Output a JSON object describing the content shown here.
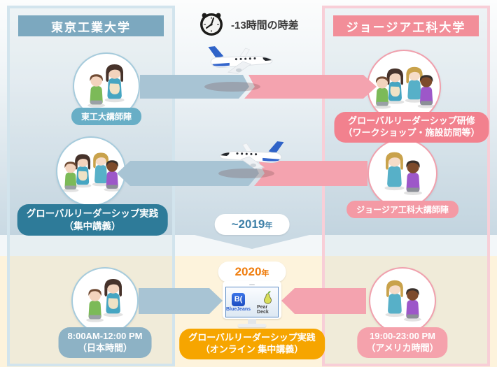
{
  "diagram_title": "Tokyo Tech - Georgia Tech global leadership program diagram",
  "header": {
    "left_university": "東京工業大学",
    "right_university": "ジョージア工科大学",
    "time_difference_label": "-13時間の時差"
  },
  "row1": {
    "left_person_label": "東工大講師陣",
    "right_label_line1": "グローバルリーダーシップ研修",
    "right_label_line2": "（ワークショップ・施設訪問等）"
  },
  "row2": {
    "left_label_line1": "グローバルリーダーシップ実践",
    "left_label_line2": "（集中講義）",
    "right_person_label": "ジョージア工科大講師陣"
  },
  "timeline": {
    "until_2019": "~2019",
    "year_2020": "2020",
    "year_suffix": "年"
  },
  "row3": {
    "left_time_line1": "8:00AM-12:00 PM",
    "left_time_line2": "（日本時間）",
    "center_label_line1": "グローバルリーダーシップ実践",
    "center_label_line2": "（オンライン 集中講義）",
    "right_time_line1": "19:00-23:00 PM",
    "right_time_line2": "（アメリカ時間）",
    "tool1_name": "BlueJeans",
    "tool1_glyph": "B(",
    "tool2_name": "Pear Deck"
  },
  "colors": {
    "tokyo_header": "#7ca8bf",
    "georgia_header": "#f28e99",
    "band_blue": "#a8c4d4",
    "band_pink": "#f4a3af",
    "label_teal": "#68aec6",
    "label_dark_teal": "#2e7b99",
    "label_pink": "#f2818e",
    "label_orange": "#f6a500",
    "year_2019_text": "#3e80a8",
    "year_2020_text": "#ef7d0e",
    "bottom_cream": "#fdf3dc"
  }
}
